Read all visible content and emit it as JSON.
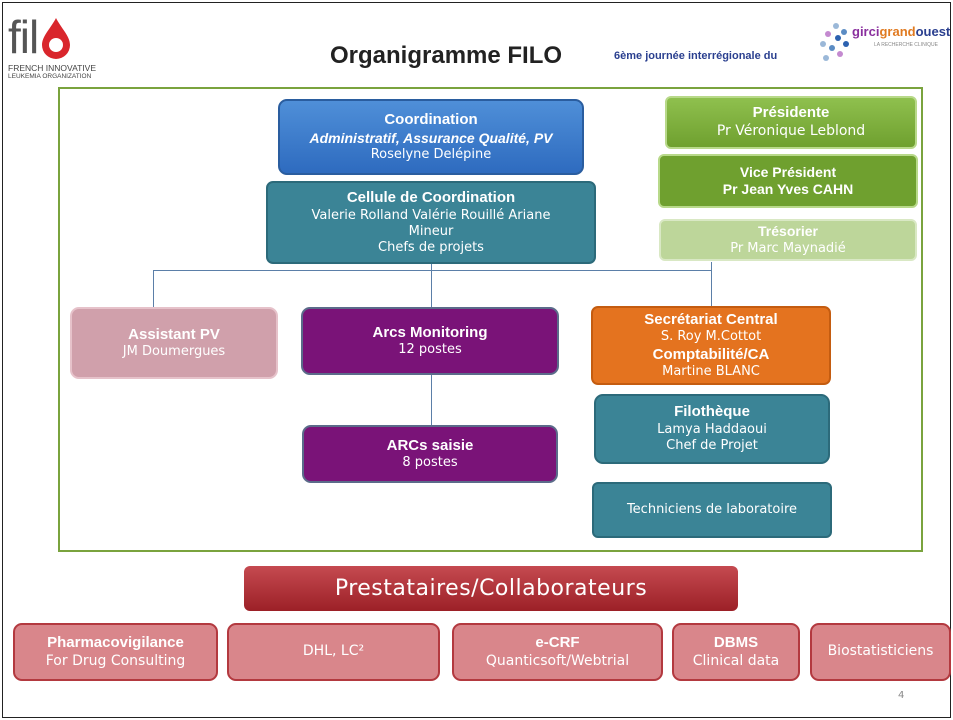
{
  "header": {
    "logo_text": "fil",
    "logo_sub1": "FRENCH INNOVATIVE",
    "logo_sub2": "LEUKEMIA ORGANIZATION",
    "title": "Organigramme FILO",
    "event_text": "6ème journée interrégionale du",
    "partner_logo_a": "girci",
    "partner_logo_b": "grand",
    "partner_logo_c": "ouest",
    "partner_logo_sub": "LA RECHERCHE CLINIQUE"
  },
  "boxes": {
    "coordination": {
      "title": "Coordination",
      "subtitle": "Administratif, Assurance Qualité, PV",
      "name": "Roselyne Delépine"
    },
    "cellule": {
      "title": "Cellule de Coordination",
      "line1": "Valerie Rolland Valérie Rouillé Ariane",
      "line2": "Mineur",
      "line3": "Chefs de projets"
    },
    "presidente": {
      "title": "Présidente",
      "name": "Pr Véronique Leblond"
    },
    "vice": {
      "title": "Vice Président",
      "name": "Pr Jean Yves CAHN"
    },
    "tresorier": {
      "title": "Trésorier",
      "name": "Pr Marc Maynadié"
    },
    "assistant": {
      "title": "Assistant PV",
      "name": "JM Doumergues"
    },
    "arcs_monitoring": {
      "title": "Arcs Monitoring",
      "count": "12 postes"
    },
    "arcs_saisie": {
      "title": "ARCs saisie",
      "count": "8 postes"
    },
    "secretariat": {
      "title": "Secrétariat Central",
      "names": "S. Roy M.Cottot",
      "title2": "Comptabilité/CA",
      "name2": "Martine BLANC"
    },
    "filotheque": {
      "title": "Filothèque",
      "name": "Lamya Haddaoui",
      "role": "Chef de Projet"
    },
    "techniciens": {
      "title": "Techniciens de laboratoire"
    }
  },
  "prestataires": {
    "heading": "Prestataires/Collaborateurs",
    "items": [
      {
        "title": "Pharmacovigilance",
        "sub": "For Drug Consulting"
      },
      {
        "title": "",
        "sub": "DHL, LC²"
      },
      {
        "title": "e-CRF",
        "sub": "Quanticsoft/Webtrial"
      },
      {
        "title": "DBMS",
        "sub": "Clinical data"
      },
      {
        "title": "",
        "sub": "Biostatisticiens"
      }
    ]
  },
  "page_number": "4",
  "colors": {
    "blue": "#2e6bbf",
    "teal": "#3b8496",
    "purple": "#7a1378",
    "pink": "#d0a0ab",
    "orange": "#e4731f",
    "green": "#6fa02f",
    "red": "#9c2027"
  }
}
